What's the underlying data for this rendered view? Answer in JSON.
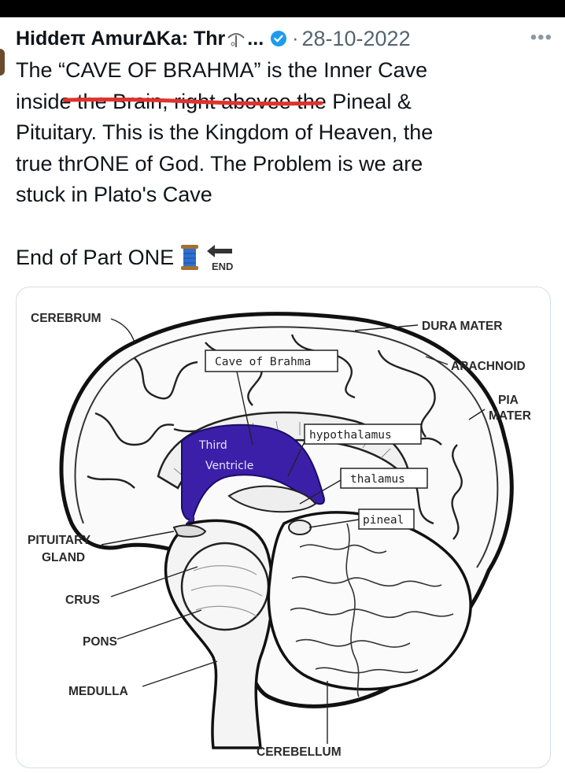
{
  "tweet": {
    "author": "Hiddeπ AmurΔKa: Thr",
    "author_ellipsis": "...",
    "date": "28-10-2022",
    "more": "•••",
    "line1": "The “CAVE OF BRAHMA” is the Inner Cave",
    "line2_start": "inside",
    "line2_struck": " the Brain, right above",
    "line2_end": "e the Pineal &",
    "line3": "Pituitary. This is the Kingdom of Heaven, the",
    "line4": "true thrONE of God. The Problem is we are",
    "line5": "stuck in Plato's Cave",
    "end_line": "End of Part ONE",
    "end_emoji_text": "END"
  },
  "colors": {
    "verified": "#1d9bf0",
    "date": "#536471",
    "strike": "#e0332e",
    "ventricle": "#3b1fa8"
  },
  "diagram": {
    "labels": {
      "cerebrum": "CEREBRUM",
      "dura": "DURA MATER",
      "arachnoid": "ARACHNOID",
      "pia1": "PIA",
      "pia2": "MATER",
      "cave": "Cave of Brahma",
      "third1": "Third",
      "third2": "Ventricle",
      "hypothalamus": "hypothalamus",
      "thalamus": "thalamus",
      "pineal": "pineal",
      "pituitary1": "PITUITARY",
      "pituitary2": "GLAND",
      "crus": "CRUS",
      "pons": "PONS",
      "medulla": "MEDULLA",
      "cerebellum": "CEREBELLUM"
    }
  }
}
